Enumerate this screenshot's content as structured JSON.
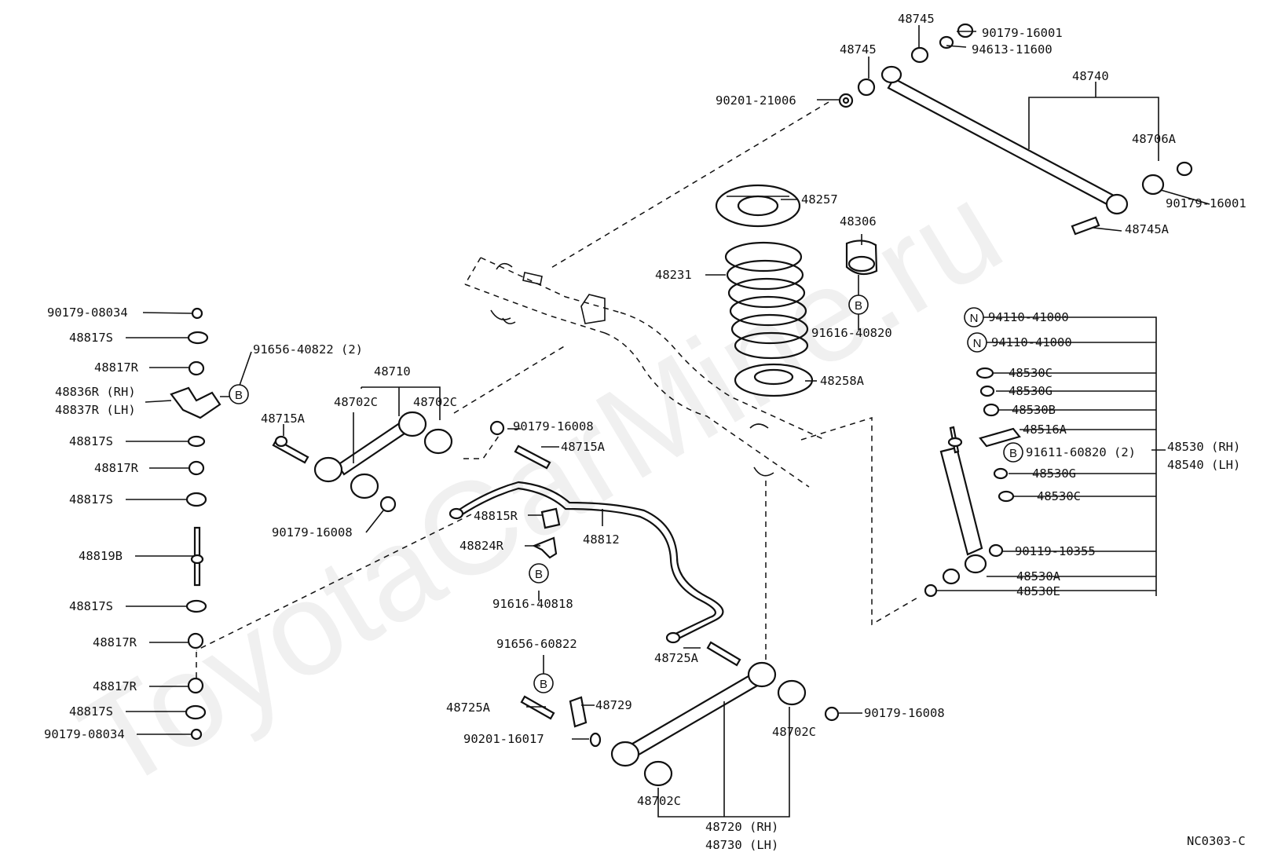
{
  "watermark": "ToyotaCarMine.ru",
  "code": "NC0303-C",
  "badges": {
    "b": "B",
    "n": "N"
  },
  "labels": {
    "p90179_16001_top": "90179-16001",
    "p94613_11600": "94613-11600",
    "p48745_a": "48745",
    "p48745_b": "48745",
    "p90201_21006": "90201-21006",
    "p48740": "48740",
    "p48706A": "48706A",
    "p90179_16001_r": "90179-16001",
    "p48745A": "48745A",
    "p48257": "48257",
    "p48306": "48306",
    "p48231": "48231",
    "p91616_40820": "91616-40820",
    "p48258A": "48258A",
    "p94110_41000_a": "94110-41000",
    "p94110_41000_b": "94110-41000",
    "p48530C_a": "48530C",
    "p48530G_a": "48530G",
    "p48530B": "48530B",
    "p48516A": "48516A",
    "p91611_60820": "91611-60820 (2)",
    "p48530RH": "48530 (RH)",
    "p48540LH": "48540 (LH)",
    "p48530G_b": "48530G",
    "p48530C_b": "48530C",
    "p90119_10355": "90119-10355",
    "p48530A": "48530A",
    "p48530E": "48530E",
    "p90179_08034_a": "90179-08034",
    "p48817S_1": "48817S",
    "p48817R_1": "48817R",
    "p48836R": "48836R (RH)",
    "p48837R": "48837R (LH)",
    "p91656_40822": "91656-40822 (2)",
    "p48817S_2": "48817S",
    "p48817R_2": "48817R",
    "p48817S_3": "48817S",
    "p48819B": "48819B",
    "p48817S_4": "48817S",
    "p48817R_3": "48817R",
    "p48817R_4": "48817R",
    "p48817S_5": "48817S",
    "p90179_08034_b": "90179-08034",
    "p48710": "48710",
    "p48702C_a": "48702C",
    "p48702C_b": "48702C",
    "p48715A_a": "48715A",
    "p90179_16008_a": "90179-16008",
    "p48715A_b": "48715A",
    "p90179_16008_b": "90179-16008",
    "p48815R": "48815R",
    "p48812": "48812",
    "p48824R": "48824R",
    "p91616_40818": "91616-40818",
    "p48725A_a": "48725A",
    "p91656_60822": "91656-60822",
    "p48725A_b": "48725A",
    "p48729": "48729",
    "p90201_16017": "90201-16017",
    "p90179_16008_c": "90179-16008",
    "p48702C_c": "48702C",
    "p48702C_d": "48702C",
    "p48720RH": "48720 (RH)",
    "p48730LH": "48730 (LH)"
  }
}
